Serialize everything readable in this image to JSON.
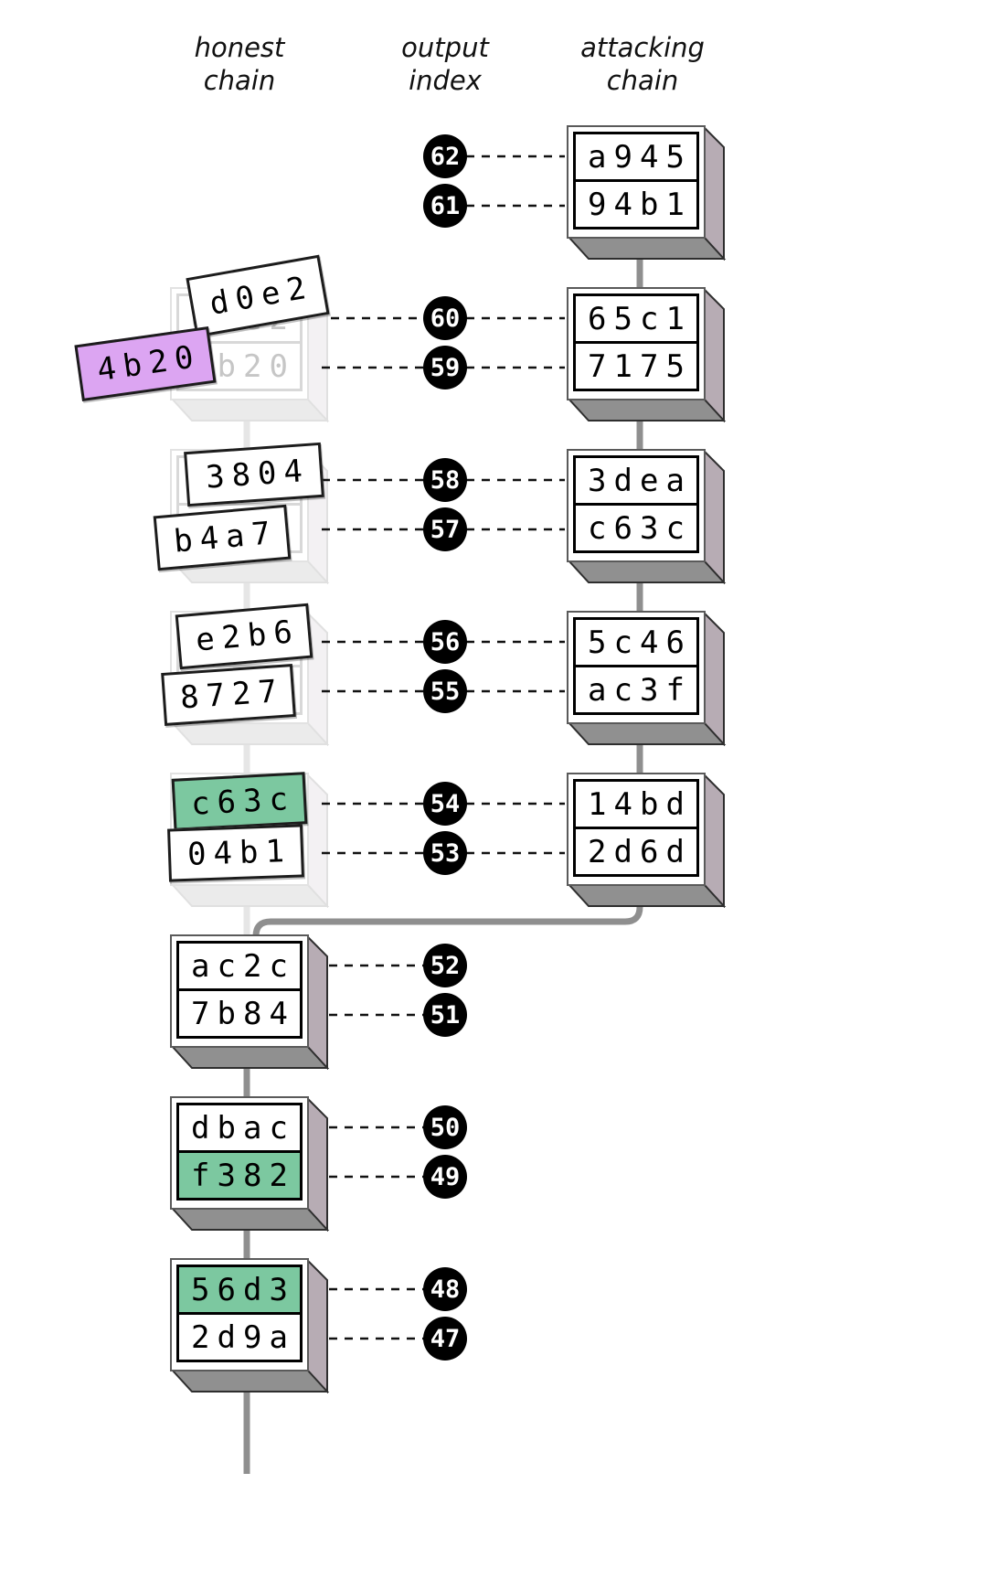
{
  "headers": {
    "honest": {
      "line1": "honest",
      "line2": "chain"
    },
    "index": {
      "line1": "output",
      "line2": "index"
    },
    "attacking": {
      "line1": "attacking",
      "line2": "chain"
    }
  },
  "colors": {
    "highlight_green": "#7cc8a0",
    "highlight_purple": "#dca5f2",
    "badge_black": "#000000",
    "connector_gray": "#8f8f8f",
    "ghost_gray": "#c6c6c6"
  },
  "attacking_chain": {
    "blocks": [
      {
        "hashes": [
          "a945",
          "94b1"
        ],
        "indices": [
          62,
          61
        ]
      },
      {
        "hashes": [
          "65c1",
          "7175"
        ],
        "indices": [
          60,
          59
        ]
      },
      {
        "hashes": [
          "3dea",
          "c63c"
        ],
        "indices": [
          58,
          57
        ]
      },
      {
        "hashes": [
          "5c46",
          "ac3f"
        ],
        "indices": [
          56,
          55
        ]
      },
      {
        "hashes": [
          "14bd",
          "2d6d"
        ],
        "indices": [
          54,
          53
        ]
      }
    ]
  },
  "honest_chain": {
    "ghost_blocks": [
      {
        "ghost_hashes": [
          "d0e2",
          "4b20"
        ],
        "indices": [
          60,
          59
        ],
        "labels": [
          {
            "text": "d0e2",
            "highlight": "white"
          },
          {
            "text": "4b20",
            "highlight": "purple"
          }
        ]
      },
      {
        "ghost_hashes": [
          "",
          ""
        ],
        "indices": [
          58,
          57
        ],
        "labels": [
          {
            "text": "3804",
            "highlight": "white"
          },
          {
            "text": "b4a7",
            "highlight": "white"
          }
        ]
      },
      {
        "ghost_hashes": [
          "",
          ""
        ],
        "indices": [
          56,
          55
        ],
        "labels": [
          {
            "text": "e2b6",
            "highlight": "white"
          },
          {
            "text": "8727",
            "highlight": "white"
          }
        ]
      },
      {
        "ghost_hashes": [
          "",
          ""
        ],
        "indices": [
          54,
          53
        ],
        "labels": [
          {
            "text": "c63c",
            "highlight": "green"
          },
          {
            "text": "04b1",
            "highlight": "white"
          }
        ]
      }
    ],
    "solid_blocks": [
      {
        "cells": [
          {
            "text": "ac2c",
            "highlight": "white"
          },
          {
            "text": "7b84",
            "highlight": "white"
          }
        ],
        "indices": [
          52,
          51
        ]
      },
      {
        "cells": [
          {
            "text": "dbac",
            "highlight": "white"
          },
          {
            "text": "f382",
            "highlight": "green"
          }
        ],
        "indices": [
          50,
          49
        ]
      },
      {
        "cells": [
          {
            "text": "56d3",
            "highlight": "green"
          },
          {
            "text": "2d9a",
            "highlight": "white"
          }
        ],
        "indices": [
          48,
          47
        ]
      }
    ]
  },
  "output_indices": [
    62,
    61,
    60,
    59,
    58,
    57,
    56,
    55,
    54,
    53,
    52,
    51,
    50,
    49,
    48,
    47
  ]
}
